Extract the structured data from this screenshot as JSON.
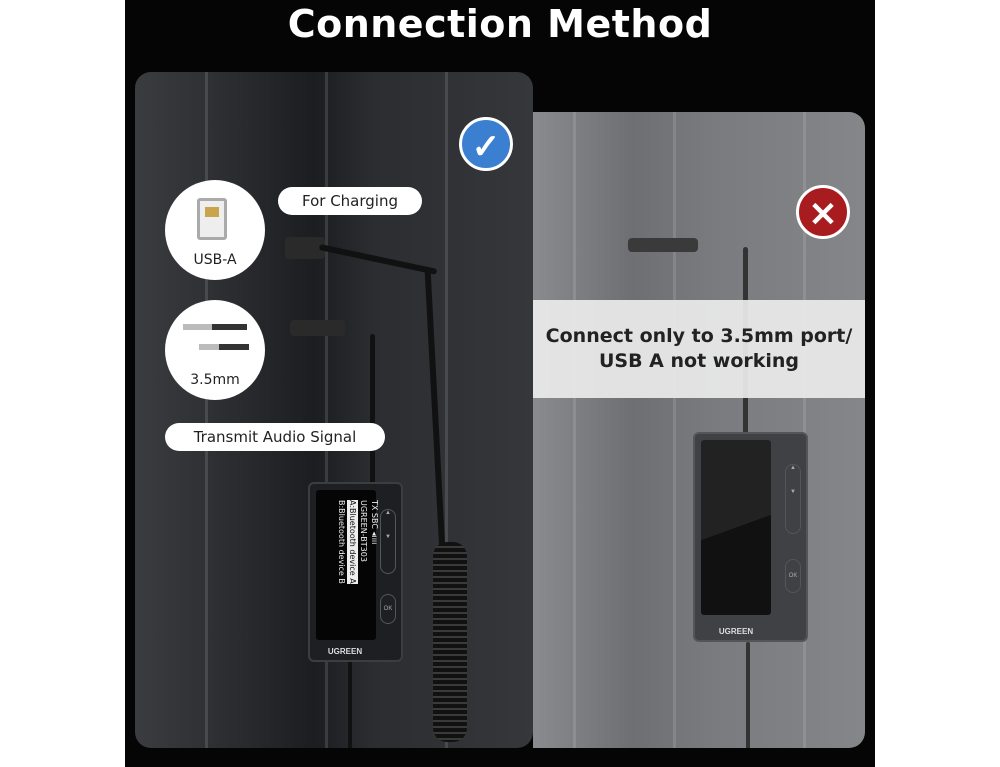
{
  "title": "Connection Method",
  "left_panel": {
    "status_icon": "checkmark-icon",
    "labels": {
      "charging": "For Charging",
      "usb": "USB-A",
      "jack": "3.5mm",
      "transmit": "Transmit Audio Signal"
    },
    "device": {
      "screen_lines": [
        "TX    SBC  ◂ıııı",
        "UGREEN-BT303",
        "A:Bluetooth device A",
        "B:Bluetooth device B"
      ],
      "ok": "OK",
      "brand": "UGREEN"
    }
  },
  "right_panel": {
    "status_icon": "x-icon",
    "banner_line1": "Connect only to 3.5mm port/",
    "banner_line2": "USB A not working",
    "device": {
      "ok": "OK",
      "brand": "UGREEN"
    }
  },
  "colors": {
    "check": "#3b7fd0",
    "cross": "#a81c20"
  }
}
